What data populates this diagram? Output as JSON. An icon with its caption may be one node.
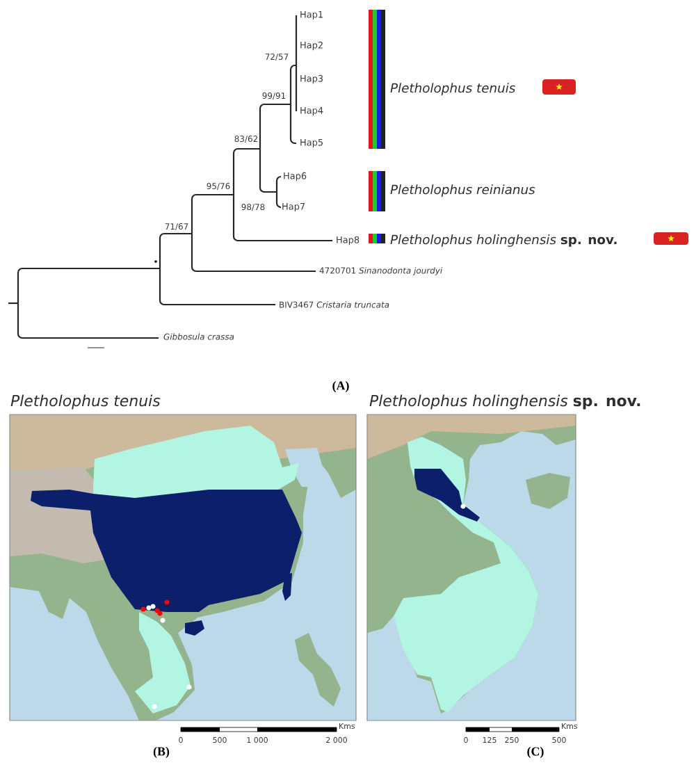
{
  "diagram": {
    "labels": [
      "Hap1",
      "Hap2",
      "72/57",
      "Hap3",
      "99/91",
      "Pletholophus tenuis",
      "Hap4",
      "83/62",
      "Hap5",
      "Hap6",
      "95/76",
      "Pletholophus reinianus",
      "98/78",
      "Hap7",
      "71/67",
      "Hap8",
      "*Pletholophus holinghensis* **sp. nov.**",
      "4720701 *Sinanodonta jourdyi*",
      "BIV3467 *Cristaria truncata*",
      "Gibbosula crassa",
      "(A)",
      "Pletholophus tenuis",
      "*Pletholophus holinghensis* **sp. nov.**",
      "Kms",
      "0",
      "500",
      "1 000",
      "2 000",
      "(B)",
      "Kms",
      "0",
      "125",
      "250",
      "500",
      "(C)"
    ]
  }
}
